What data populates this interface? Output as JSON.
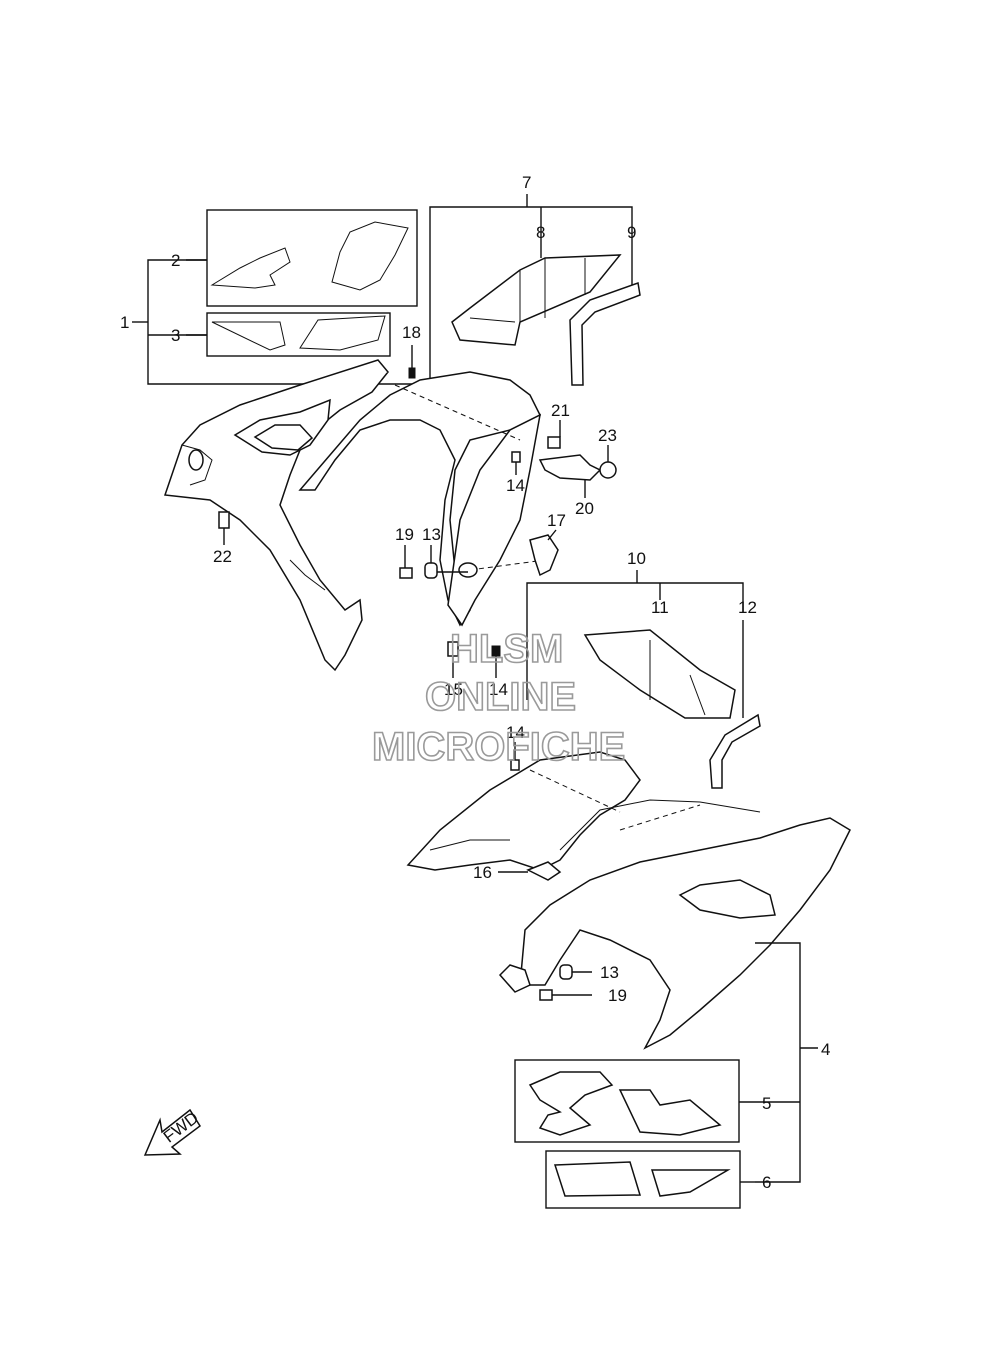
{
  "diagram": {
    "labels": {
      "p1": "1",
      "p2": "2",
      "p3": "3",
      "p4": "4",
      "p5": "5",
      "p6": "6",
      "p7": "7",
      "p8": "8",
      "p9": "9",
      "p10": "10",
      "p11": "11",
      "p12": "12",
      "p13a": "13",
      "p13b": "13",
      "p14a": "14",
      "p14b": "14",
      "p14c": "14",
      "p15": "15",
      "p16": "16",
      "p17": "17",
      "p18": "18",
      "p19a": "19",
      "p19b": "19",
      "p20": "20",
      "p21": "21",
      "p22": "22",
      "p23": "23"
    },
    "fwd_arrow": "FWD",
    "watermark": {
      "line1": "HLSM",
      "line2": "ONLINE",
      "line3": "MICROFICHE"
    }
  }
}
